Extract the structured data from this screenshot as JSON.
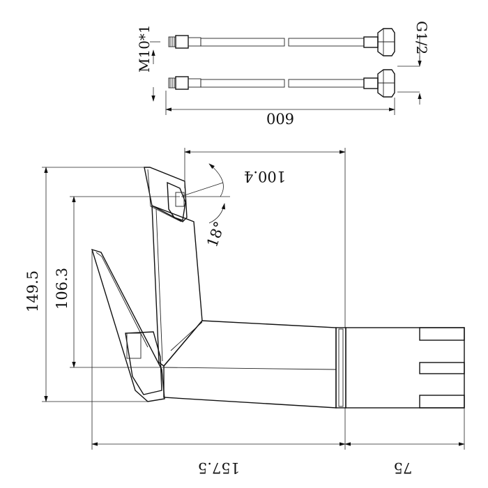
{
  "hoses": {
    "length_label": "009",
    "thread_inlet_label": "M10*1",
    "thread_outlet_label": "G1/2"
  },
  "faucet": {
    "top_width_label": "100.4",
    "angle_label": "18°",
    "overall_height_label": "149.5",
    "spout_height_label": "106.3",
    "overall_depth_label": "157.5",
    "base_length_label": "75"
  }
}
